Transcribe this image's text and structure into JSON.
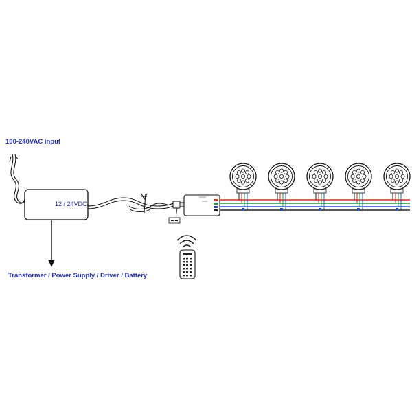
{
  "labels": {
    "ac_input": "100-240VAC input",
    "dc_output": "12 / 24VDC",
    "power_source": "Transformer / Power Supply / Driver / Battery"
  },
  "colors": {
    "label_blue": "#1f2fb5",
    "outline": "#111111",
    "wire_red": "#d92a2a",
    "wire_green": "#1e9a3c",
    "wire_blue": "#2a4bd1",
    "wire_black": "#222222"
  },
  "icons": {
    "remote_signal": "wifi-signal-icon",
    "remote": "ir-remote-icon",
    "lights": "led-downlight-icon"
  },
  "light_count": 5
}
